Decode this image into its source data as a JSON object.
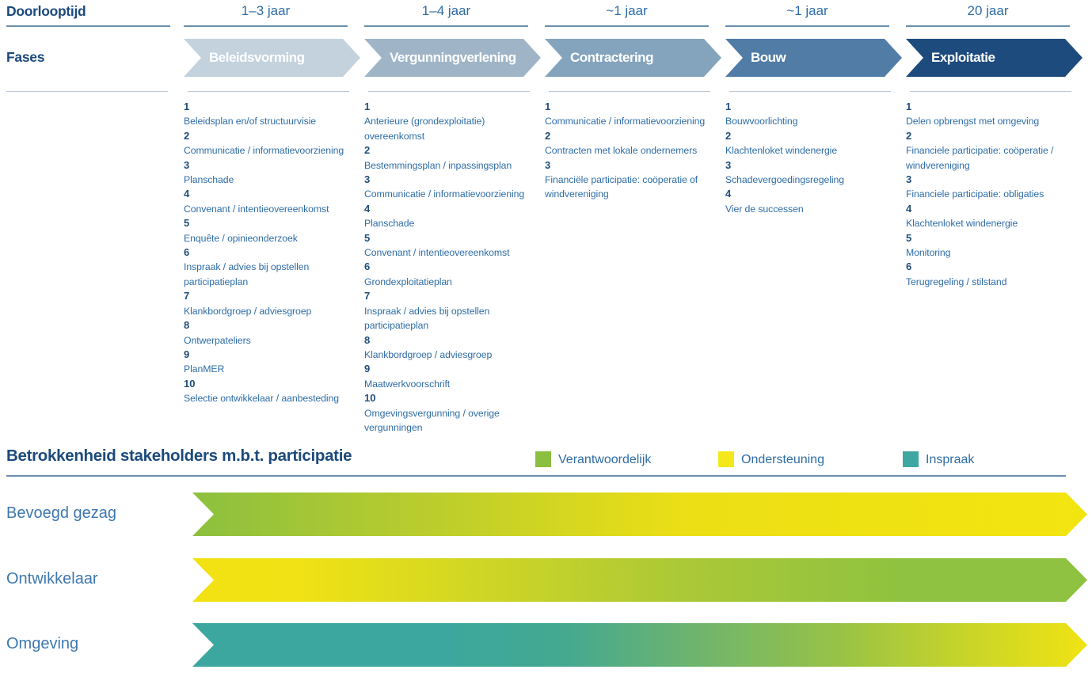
{
  "header": {
    "doorlooptijd_label": "Doorlooptijd",
    "fases_label": "Fases"
  },
  "phases": [
    {
      "name": "Beleidsvorming",
      "duration": "1–3 jaar",
      "color": "#c3d2dd",
      "items": [
        "Beleidsplan en/of structuurvisie",
        "Communicatie / informatievoorziening",
        "Planschade",
        "Convenant / intentieovereenkomst",
        "Enquête / opinieonderzoek",
        "Inspraak / advies bij opstellen\nparticipatieplan",
        "Klankbordgroep / adviesgroep",
        "Ontwerpateliers",
        "PlanMER",
        "Selectie ontwikkelaar / aanbesteding"
      ]
    },
    {
      "name": "Vergunningverlening",
      "duration": "1–4 jaar",
      "color": "#9fb5c7",
      "items": [
        "Anterieure (grondexploitatie)\novereenkomst",
        "Bestemmingsplan / inpassingsplan",
        "Communicatie / informatievoorziening",
        "Planschade",
        "Convenant / intentieovereenkomst",
        "Grondexploitatieplan",
        "Inspraak / advies bij opstellen\nparticipatieplan",
        "Klankbordgroep / adviesgroep",
        "Maatwerkvoorschrift",
        "Omgevingsvergunning / overige\nvergunningen"
      ]
    },
    {
      "name": "Contractering",
      "duration": "~1 jaar",
      "color": "#84a4bd",
      "items": [
        "Communicatie / informatievoorziening",
        "Contracten met lokale ondernemers",
        "Financiële participatie: coöperatie of\nwindvereniging"
      ]
    },
    {
      "name": "Bouw",
      "duration": "~1 jaar",
      "color": "#507ca6",
      "items": [
        "Bouwvoorlichting",
        "Klachtenloket windenergie",
        "Schadevergoedingsregeling",
        "Vier de successen"
      ]
    },
    {
      "name": "Exploitatie",
      "duration": "20 jaar",
      "color": "#1d4b7d",
      "items": [
        "Delen opbrengst met omgeving",
        "Financiele participatie: coöperatie /\nwindvereniging",
        "Financiele participatie: obligaties",
        "Klachtenloket windenergie",
        "Monitoring",
        "Terugregeling / stilstand"
      ]
    }
  ],
  "stakeholders": {
    "heading": "Betrokkenheid stakeholders m.b.t. participatie",
    "legend": [
      {
        "label": "Verantwoordelijk",
        "color": "#8cbe3f"
      },
      {
        "label": "Ondersteuning",
        "color": "#f4e71c"
      },
      {
        "label": "Inspraak",
        "color": "#3fa7a1"
      }
    ],
    "rows": [
      {
        "label": "Bevoegd gezag",
        "gradient": [
          [
            "#8cc03f",
            "0%"
          ],
          [
            "#b8cc2e",
            "25%"
          ],
          [
            "#ecdf15",
            "55%"
          ],
          [
            "#f2e50f",
            "100%"
          ]
        ]
      },
      {
        "label": "Ontwikkelaar",
        "gradient": [
          [
            "#f2e213",
            "0%"
          ],
          [
            "#f0e214",
            "12%"
          ],
          [
            "#abc837",
            "55%"
          ],
          [
            "#8ec240",
            "80%"
          ],
          [
            "#8ec240",
            "100%"
          ]
        ]
      },
      {
        "label": "Omgeving",
        "gradient": [
          [
            "#3ca79f",
            "0%"
          ],
          [
            "#3ca79f",
            "28%"
          ],
          [
            "#45a98f",
            "42%"
          ],
          [
            "#6eb46e",
            "56%"
          ],
          [
            "#97c246",
            "72%"
          ],
          [
            "#cdd626",
            "88%"
          ],
          [
            "#f0e313",
            "100%"
          ]
        ]
      }
    ]
  }
}
